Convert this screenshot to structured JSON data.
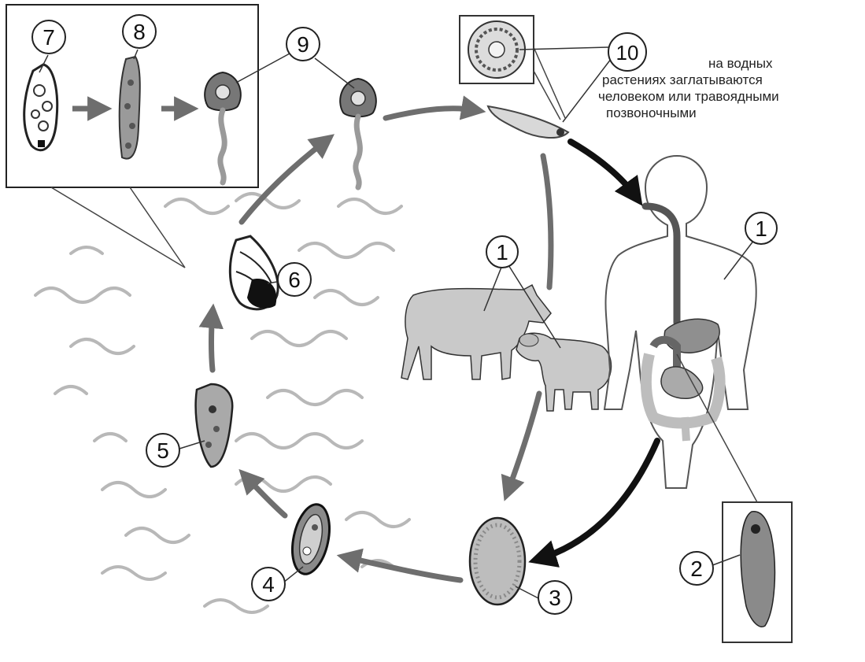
{
  "labels": {
    "n1": "1",
    "n2": "2",
    "n3": "3",
    "n4": "4",
    "n5": "5",
    "n6": "6",
    "n7": "7",
    "n8": "8",
    "n9": "9",
    "n10": "10"
  },
  "caption": {
    "line1": "на водных",
    "line2": "растениях заглатываются",
    "line3": "человеком или травоядными",
    "line4": "позвоночными"
  },
  "colors": {
    "arrow_gray": "#6e6e6e",
    "arrow_dark": "#111111",
    "water": "#b8b8b8",
    "animal_fill": "#c9c9c9",
    "organ_fill": "#8f8f8f"
  }
}
